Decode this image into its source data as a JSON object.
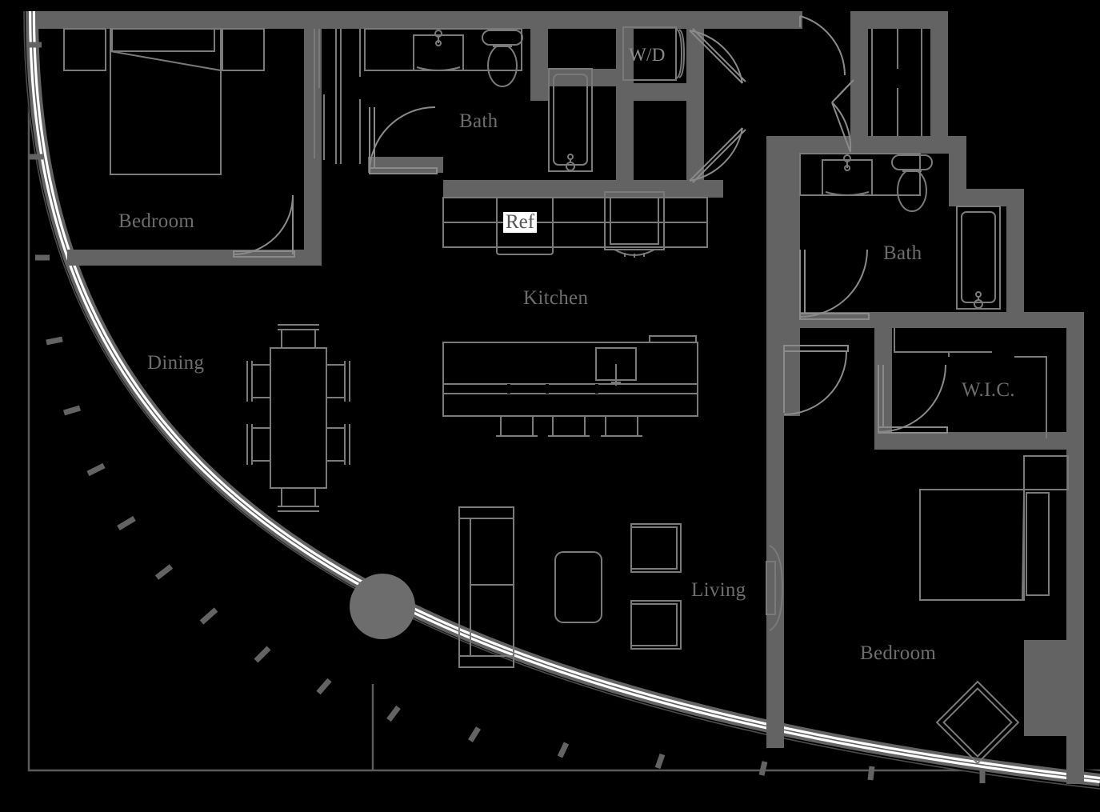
{
  "plan": {
    "title": "Residential Floor Plan",
    "type": "two-bedroom-two-bath-apartment",
    "colors": {
      "background": "#000000",
      "wall": "#636363",
      "furniture_line": "#7a7a7a",
      "label_text": "#6d6d6d",
      "glass": "#ffffff",
      "balcony_line": "#5a5a5a",
      "ref_label_bg": "#ffffff"
    }
  },
  "labels": {
    "bedroom_left": "Bedroom",
    "bath_left": "Bath",
    "kitchen": "Kitchen",
    "dining": "Dining",
    "living": "Living",
    "bath_right": "Bath",
    "wic": "W.I.C.",
    "bedroom_right": "Bedroom",
    "washer_dryer": "W/D",
    "refrigerator": "Ref"
  },
  "rooms": [
    {
      "name": "Bedroom",
      "position": "upper-left",
      "features": [
        "queen-bed",
        "two-nightstands",
        "closet-sliding-doors",
        "swing-door",
        "curved-glass-wall"
      ]
    },
    {
      "name": "Bath",
      "position": "upper-center",
      "features": [
        "vanity-sink",
        "toilet",
        "bathtub-shower",
        "swing-door"
      ]
    },
    {
      "name": "Kitchen",
      "position": "center-top",
      "features": [
        "counter-run",
        "refrigerator",
        "range",
        "island-with-sink",
        "three-bar-stools"
      ]
    },
    {
      "name": "Dining",
      "position": "center-left",
      "features": [
        "rectangular-table",
        "six-chairs"
      ]
    },
    {
      "name": "Living",
      "position": "center-bottom",
      "features": [
        "sofa",
        "coffee-table",
        "two-armchairs",
        "media-console",
        "round-table"
      ]
    },
    {
      "name": "Bath",
      "position": "upper-right",
      "features": [
        "vanity-sink",
        "toilet",
        "bathtub-shower",
        "swing-door"
      ]
    },
    {
      "name": "W.I.C.",
      "position": "middle-right",
      "features": [
        "shelving",
        "swing-door"
      ]
    },
    {
      "name": "Bedroom",
      "position": "lower-right",
      "features": [
        "queen-bed",
        "nightstand",
        "diamond-side-table",
        "curved-glass-wall"
      ]
    }
  ],
  "fixtures": {
    "washer_dryer_closet": "bi-fold-doors",
    "entry_door": "swing-door",
    "coat_closet": "bi-fold-doors",
    "balcony": "curved-exterior-terrace-outline"
  }
}
